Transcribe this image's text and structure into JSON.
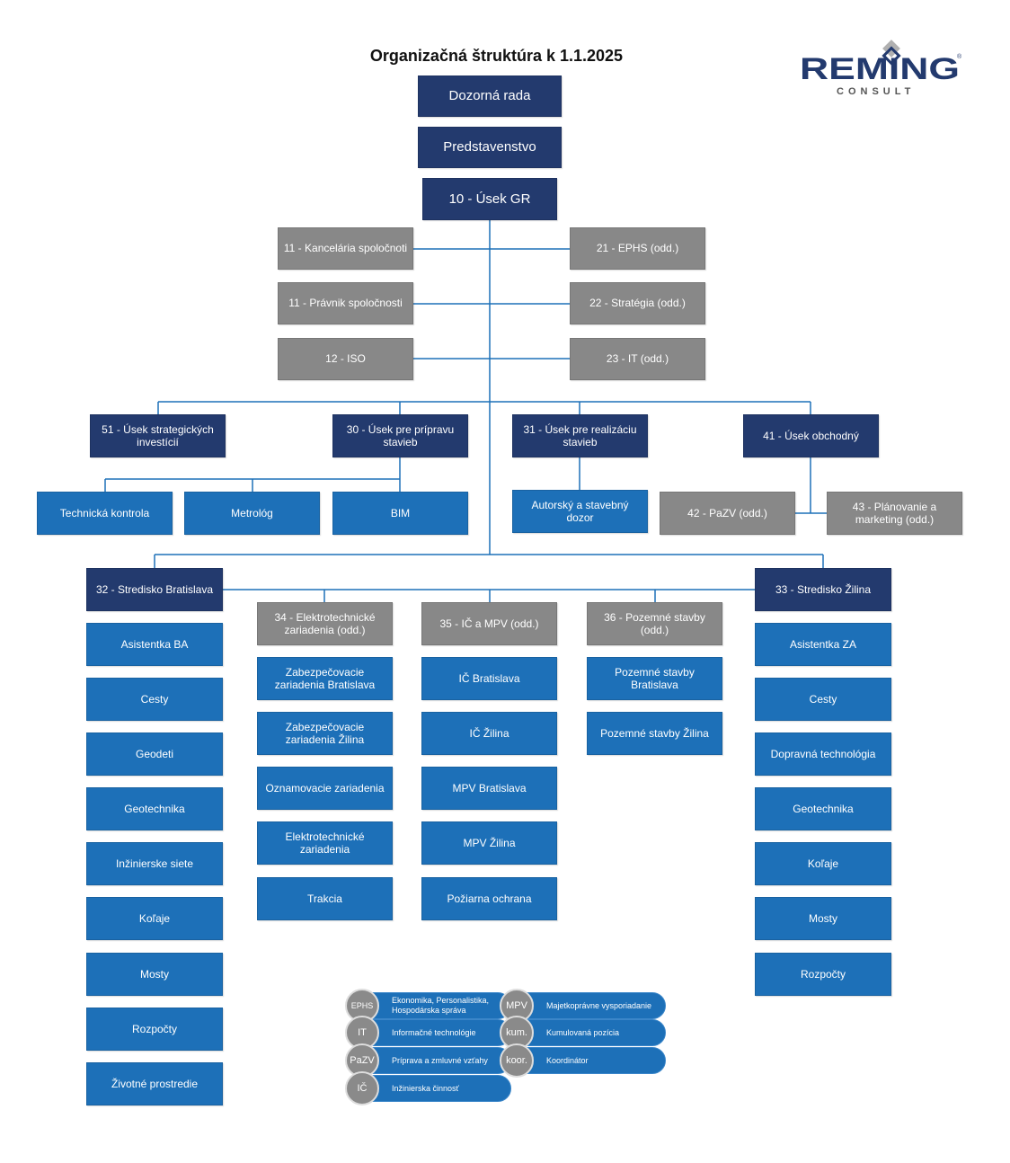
{
  "title": "Organizačná štruktúra k 1.1.2025",
  "logo": {
    "main": "REMING",
    "sub": "CONSULT",
    "mark": "®"
  },
  "colors": {
    "navy": "#233a6e",
    "blue": "#1d70b8",
    "gray": "#888888",
    "line": "#1d70b8"
  },
  "top": {
    "dozorna_rada": "Dozorná rada",
    "predstavenstvo": "Predstavenstvo",
    "usek_gr": "10 - Úsek GR"
  },
  "staff_left": [
    "11 - Kancelária spoločnoti",
    "11 - Právnik spoločnosti",
    "12 - ISO"
  ],
  "staff_right": [
    "21 - EPHS (odd.)",
    "22 - Stratégia (odd.)",
    "23 - IT (odd.)"
  ],
  "divisions": {
    "u51": "51 - Úsek strategických investícií",
    "u30": "30 - Úsek pre prípravu stavieb",
    "u31": "31 - Úsek pre realizáciu stavieb",
    "u41": "41 - Úsek obchodný"
  },
  "u30_units": [
    "Technická kontrola",
    "Metrológ",
    "BIM"
  ],
  "u31_units": [
    "Autorský a stavebný dozor"
  ],
  "u41_units": [
    "42 - PaZV (odd.)",
    "43 - Plánovanie a marketing (odd.)"
  ],
  "centers": {
    "ba": {
      "head": "32 - Stredisko Bratislava",
      "units": [
        "Asistentka BA",
        "Cesty",
        "Geodeti",
        "Geotechnika",
        "Inžinierske siete",
        "Koľaje",
        "Mosty",
        "Rozpočty",
        "Životné prostredie"
      ]
    },
    "za": {
      "head": "33 - Stredisko Žilina",
      "units": [
        "Asistentka ZA",
        "Cesty",
        "Dopravná technológia",
        "Geotechnika",
        "Koľaje",
        "Mosty",
        "Rozpočty"
      ]
    }
  },
  "departments": [
    {
      "head": "34 - Elektrotechnické zariadenia (odd.)",
      "units": [
        "Zabezpečovacie zariadenia Bratislava",
        "Zabezpečovacie zariadenia Žilina",
        "Oznamovacie zariadenia",
        "Elektrotechnické zariadenia",
        "Trakcia"
      ]
    },
    {
      "head": "35 - IČ a MPV (odd.)",
      "units": [
        "IČ Bratislava",
        "IČ Žilina",
        "MPV Bratislava",
        "MPV Žilina",
        "Požiarna ochrana"
      ]
    },
    {
      "head": "36 - Pozemné stavby (odd.)",
      "units": [
        "Pozemné stavby Bratislava",
        "Pozemné stavby Žilina"
      ]
    }
  ],
  "legend": [
    {
      "abbr": "EPHS",
      "text": "Ekonomika, Personalistika, Hospodárska správa"
    },
    {
      "abbr": "IT",
      "text": "Informačné technológie"
    },
    {
      "abbr": "PaZV",
      "text": "Príprava a zmluvné vzťahy"
    },
    {
      "abbr": "IČ",
      "text": "Inžinierska činnosť"
    },
    {
      "abbr": "MPV",
      "text": "Majetkoprávne vysporiadanie"
    },
    {
      "abbr": "kum.",
      "text": "Kumulovaná pozícia"
    },
    {
      "abbr": "koor.",
      "text": "Koordinátor"
    }
  ]
}
